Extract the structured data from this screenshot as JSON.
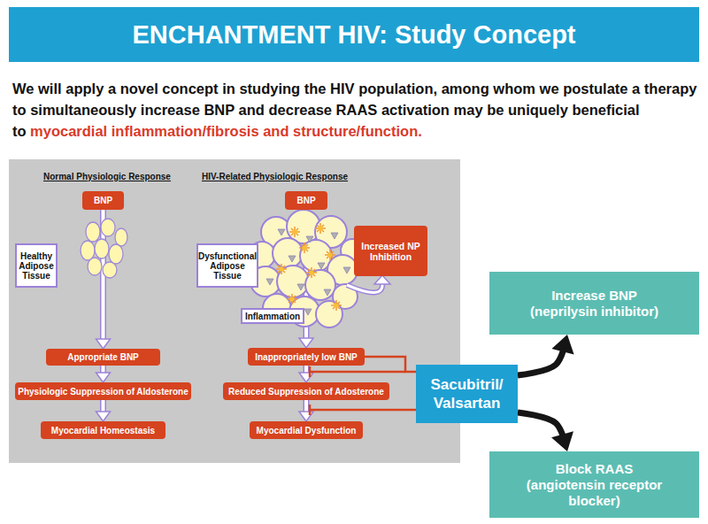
{
  "diagram": {
    "title": "ENCHANTMENT HIV: Study Concept",
    "nodes": [
      {
        "text": [
          "BNP"
        ]
      },
      {
        "text": [
          "Healthy Adipose Tissue"
        ]
      },
      {
        "text": [
          "Appropriate BNP"
        ]
      },
      {
        "text": [
          "Physiologic Suppression of Aldosterone"
        ]
      },
      {
        "text": [
          "Myocardial Homeostasis"
        ]
      },
      {
        "text": [
          "BNP"
        ]
      },
      {
        "text": [
          "Dysfunctional Adipose Tissue"
        ]
      },
      {
        "text": [
          "Increased NP Inhibition"
        ]
      },
      {
        "text": [
          "Inflammation"
        ]
      },
      {
        "text": [
          "Inappropriately low BNP"
        ]
      },
      {
        "text": [
          "Reduced Suppression of Adosterone"
        ]
      },
      {
        "text": [
          "Myocardial Dysfunction"
        ]
      },
      {
        "text": [
          "Sacubitril/ Valsartan"
        ]
      },
      {
        "text": [
          "Increase BNP",
          "(neprilysin inhibitor)"
        ]
      },
      {
        "text": [
          "Block RAAS",
          "(angiotensin receptor blocker)"
        ]
      }
    ],
    "edges": [
      {
        "from": 0,
        "to": 2,
        "arrow": "to"
      },
      {
        "from": 2,
        "to": 3,
        "arrow": "to"
      },
      {
        "from": 3,
        "to": 4,
        "arrow": "to"
      },
      {
        "from": 5,
        "to": 9,
        "arrow": "to"
      },
      {
        "from": 9,
        "to": 10,
        "arrow": "to"
      },
      {
        "from": 10,
        "to": 11,
        "arrow": "to"
      },
      {
        "from": 12,
        "to": 9,
        "arrow": "none"
      },
      {
        "from": 12,
        "to": 13,
        "arrow": "to"
      },
      {
        "from": 12,
        "to": 14,
        "arrow": "to"
      }
    ],
    "labels": [
      "We will apply a novel concept in studying the HIV population, among whom we postulate a therapy to simultaneously increase BNP and decrease RAAS activation may be uniquely beneficial to",
      "myocardial inflammation/fibrosis and structure/function.",
      "Normal Physiologic Response",
      "HIV-Related Physiologic Response"
    ]
  }
}
